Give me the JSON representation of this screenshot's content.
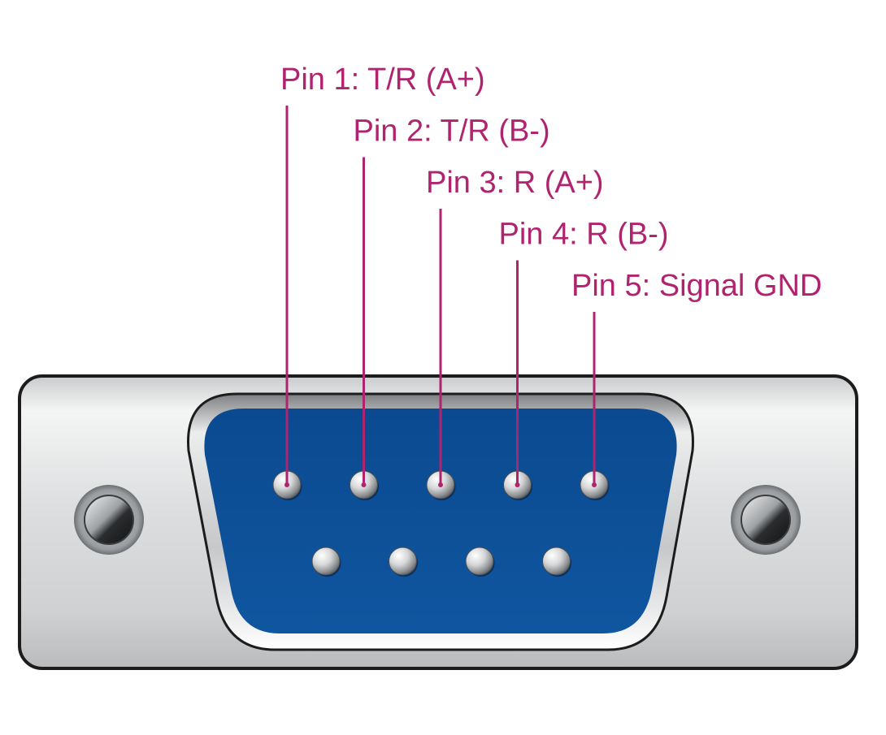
{
  "colors": {
    "label": "#b0246f",
    "connector_shell": "#d0d2d3",
    "shell_outline": "#1c1c1c",
    "insert_blue": "#0e4f98",
    "background": "#ffffff"
  },
  "pins": [
    {
      "number": 1,
      "label": "Pin 1: T/R (A+)"
    },
    {
      "number": 2,
      "label": "Pin 2: T/R (B-)"
    },
    {
      "number": 3,
      "label": "Pin 3: R (A+)"
    },
    {
      "number": 4,
      "label": "Pin 4: R (B-)"
    },
    {
      "number": 5,
      "label": "Pin 5: Signal GND"
    }
  ],
  "connector": {
    "type": "DB9 male",
    "top_row_pins": 5,
    "bottom_row_pins": 4
  }
}
